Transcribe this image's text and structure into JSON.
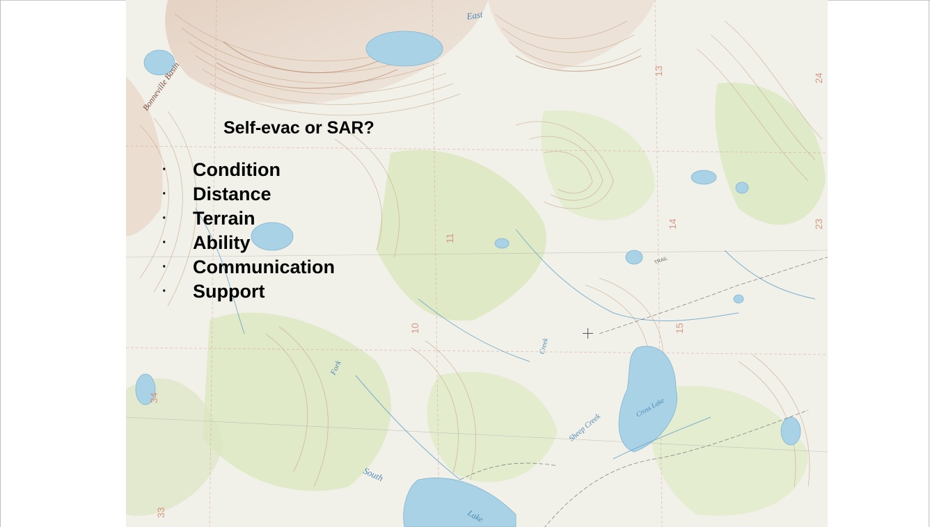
{
  "slide": {
    "title": "Self-evac or SAR?",
    "bullet_symbol": "·",
    "bullets": [
      "Condition",
      "Distance",
      "Terrain",
      "Ability",
      "Communication",
      "Support"
    ]
  },
  "map_labels": {
    "east": "East",
    "bonneville_basin": "Bonneville Basin",
    "cross_lake": "Cross Lake",
    "sheep_creek": "Sheep Creek",
    "south_fork": "South",
    "fork": "Fork",
    "creek": "Creek",
    "lake": "Lake",
    "section_10": "10",
    "section_11": "11",
    "section_13": "13",
    "section_14": "14",
    "section_15": "15",
    "section_23": "23",
    "section_24": "24",
    "section_33": "33",
    "section_34": "34",
    "trail": "TRAIL"
  },
  "colors": {
    "water": "#a9d2e6",
    "contour": "#c9a98a",
    "vegetation": "#d6e6b6",
    "grid": "#d9a6a0"
  }
}
